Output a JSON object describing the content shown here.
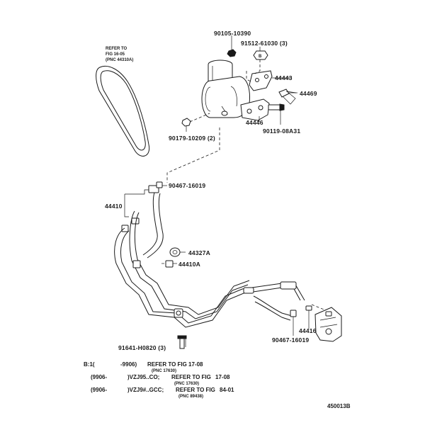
{
  "refer_note": {
    "line1": "REFER TO",
    "line2": "FIG 16-05",
    "line3": "(PNC 44310A)"
  },
  "parts": {
    "p90105": "90105-10390",
    "p91512": "91512-61030 (3)",
    "p44443": "44443",
    "p44469": "44469",
    "p44446": "44446",
    "p90119": "90119-08A31",
    "p90179": "90179-10209 (2)",
    "p90467a": "90467-16019",
    "p44410": "44410",
    "p44327A": "44327A",
    "p44410A": "44410A",
    "p91641": "91641-H0820 (3)",
    "p90467b": "90467-16019",
    "p44416": "44416"
  },
  "marker_b": "B",
  "footnotes": [
    {
      "prefix": "B:1(",
      "range": "-9906)",
      "desc": "REFER TO FIG",
      "fig": "17-08",
      "pnc": "(PNC 17630)"
    },
    {
      "prefix": "(9906-",
      "range": ")VZJ95..CO;",
      "desc": "REFER TO FIG",
      "fig": "17-08",
      "pnc": "(PNC 17630)"
    },
    {
      "prefix": "(9906-",
      "range": ")VZJ9#..GCC;",
      "desc": "REFER TO FIG",
      "fig": "84-01",
      "pnc": "(PNC 89438)"
    }
  ],
  "figure_id": "450013B"
}
